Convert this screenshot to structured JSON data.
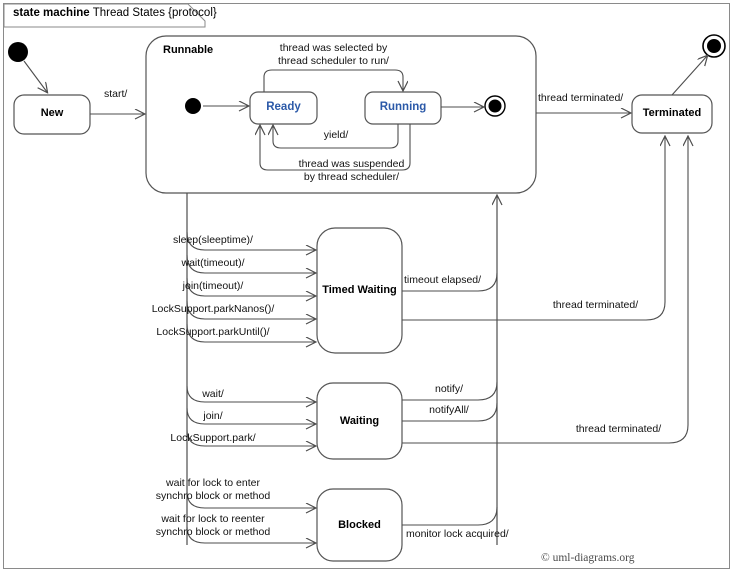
{
  "diagram": {
    "frame_label_kind": "state machine",
    "frame_label_name": "Thread States {protocol}",
    "copyright": "© uml-diagrams.org",
    "colors": {
      "line": "#4d4d4d",
      "state_border": "#555555",
      "state_label": "#000000",
      "inner_state_label": "#2b59a8",
      "frame_border": "#8a8a8a",
      "background": "#ffffff"
    }
  },
  "states": {
    "new": {
      "name": "New"
    },
    "runnable": {
      "name": "Runnable"
    },
    "ready": {
      "name": "Ready"
    },
    "running": {
      "name": "Running"
    },
    "timed_waiting": {
      "name": "Timed Waiting"
    },
    "waiting": {
      "name": "Waiting"
    },
    "blocked": {
      "name": "Blocked"
    },
    "terminated": {
      "name": "Terminated"
    }
  },
  "pseudostates": {
    "initial_outer": "initial-node",
    "initial_runnable": "initial-node",
    "final_runnable": "final-node",
    "final_outer": "final-node"
  },
  "transitions": {
    "start": "start/",
    "selected_by_scheduler": "thread was selected by\nthread scheduler to run/",
    "selected_by_scheduler_l1": "thread was selected by",
    "selected_by_scheduler_l2": "thread scheduler to run/",
    "yield": "yield/",
    "suspended_l1": "thread was suspended",
    "suspended_l2": "by thread scheduler/",
    "sleep": "sleep(sleeptime)/",
    "wait_timeout": "wait(timeout)/",
    "join_timeout": "join(timeout)/",
    "park_nanos": "LockSupport.parkNanos()/",
    "park_until": "LockSupport.parkUntil()/",
    "timeout_elapsed": "timeout elapsed/",
    "wait": "wait/",
    "join": "join/",
    "park": "LockSupport.park/",
    "notify": "notify/",
    "notify_all": "notifyAll/",
    "lock_enter_l1": "wait for lock to enter",
    "lock_enter_l2": "synchro block or method",
    "lock_reenter_l1": "wait for lock to reenter",
    "lock_reenter_l2": "synchro block or method",
    "monitor_lock_acquired": "monitor lock acquired/",
    "thread_terminated_runnable": "thread terminated/",
    "thread_terminated_timed": "thread terminated/",
    "thread_terminated_waiting": "thread terminated/"
  }
}
